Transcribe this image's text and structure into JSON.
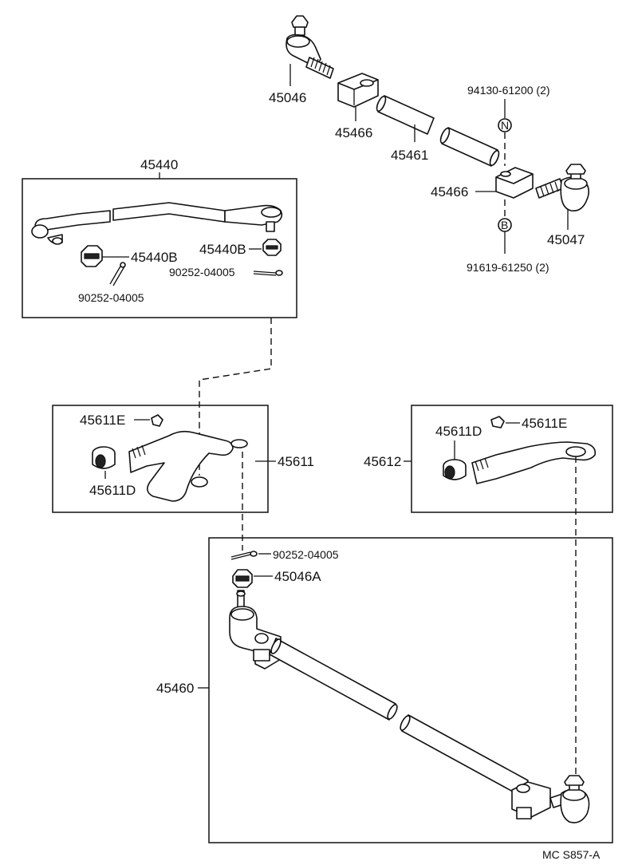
{
  "labels": {
    "p45046": "45046",
    "p45466_top": "45466",
    "p45461": "45461",
    "p94130": "94130-61200 (2)",
    "p45466_right": "45466",
    "p45047": "45047",
    "p91619": "91619-61250 (2)",
    "marker_n": "N",
    "marker_b": "B",
    "p45440": "45440",
    "p45440B_left": "45440B",
    "p45440B_right": "45440B",
    "p90252_box1_right": "90252-04005",
    "p90252_box1_left": "90252-04005",
    "p45611E_left": "45611E",
    "p45611D_left": "45611D",
    "p45611": "45611",
    "p45612": "45612",
    "p45611D_right": "45611D",
    "p45611E_right": "45611E",
    "p90252_bottom": "90252-04005",
    "p45046A": "45046A",
    "p45460": "45460",
    "footer_code": "MC S857-A"
  },
  "icons": [
    "tie-rod-end-icon",
    "clamp-icon",
    "tube-icon",
    "nut-icon",
    "cotter-pin-icon",
    "idler-arm-icon",
    "bushing-icon",
    "dust-seal-icon"
  ]
}
